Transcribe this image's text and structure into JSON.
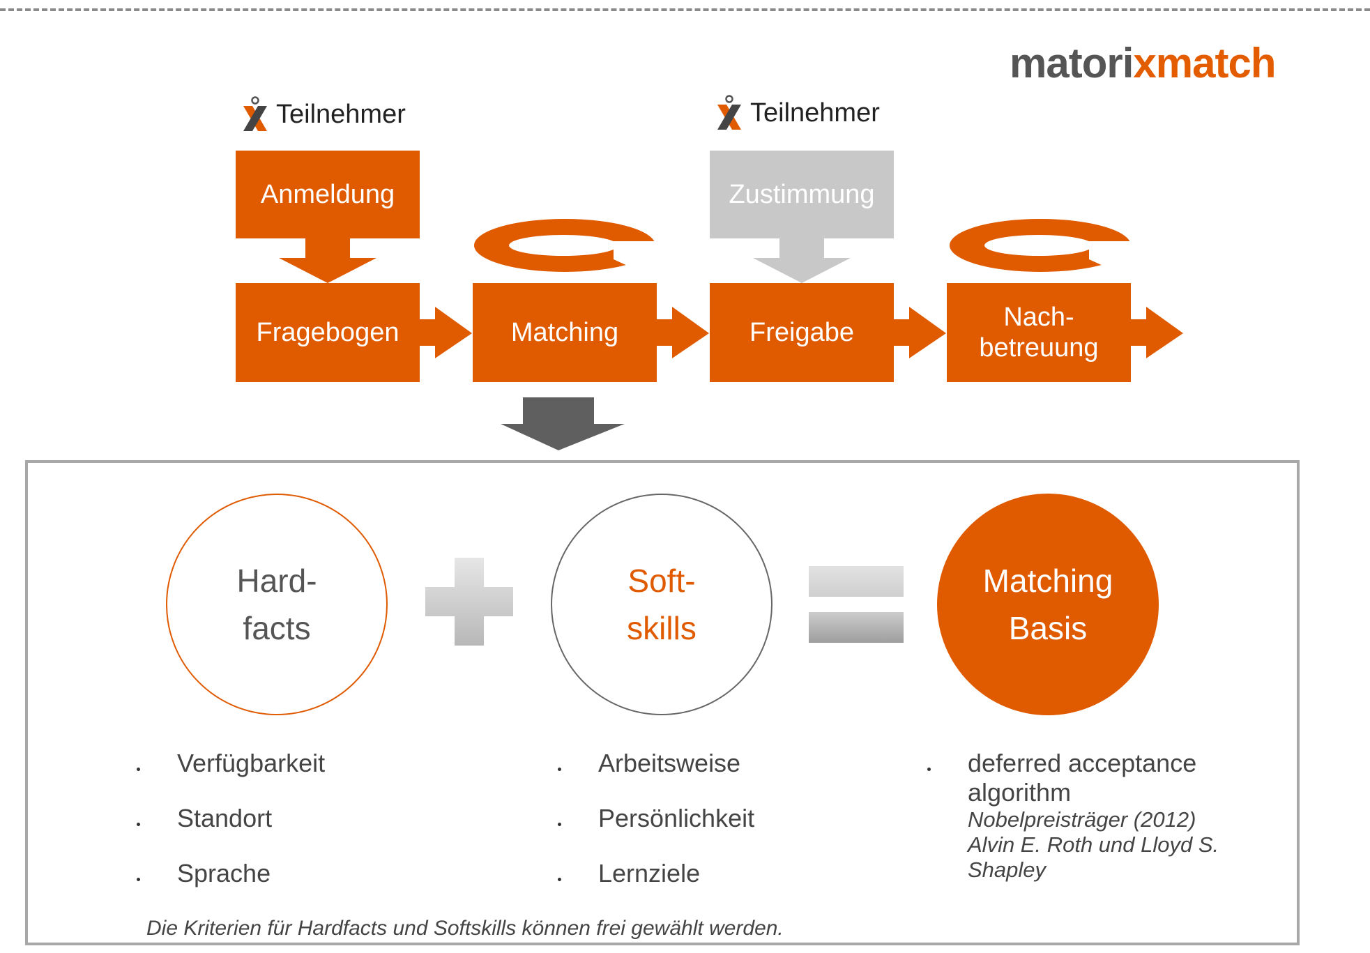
{
  "brand": {
    "part1": "matori",
    "part2": "x",
    "part3": "match"
  },
  "participants": {
    "left": "Teilnehmer",
    "right": "Teilnehmer"
  },
  "steps": {
    "anmeldung": "Anmeldung",
    "zustimmung": "Zustimmung",
    "fragebogen": "Fragebogen",
    "matching": "Matching",
    "freigabe": "Freigabe",
    "nach_line1": "Nach-",
    "nach_line2": "betreuung"
  },
  "circles": {
    "hardfacts_line1": "Hard-",
    "hardfacts_line2": "facts",
    "softskills_line1": "Soft-",
    "softskills_line2": "skills",
    "basis_line1": "Matching",
    "basis_line2": "Basis"
  },
  "lists": {
    "hardfacts": [
      "Verfügbarkeit",
      "Standort",
      "Sprache"
    ],
    "softskills": [
      "Arbeitsweise",
      "Persönlichkeit",
      "Lernziele"
    ],
    "basis": {
      "line1": "deferred acceptance",
      "line2": "algorithm",
      "note1": "Nobelpreisträger (2012)",
      "note2": "Alvin E. Roth und Lloyd S.",
      "note3": "Shapley"
    }
  },
  "footnote": "Die Kriterien für Hardfacts und Softskills können frei gewählt werden.",
  "colors": {
    "accent": "#e05a00",
    "grey_box": "#c8c8c8",
    "dark_arrow": "#5f5f5f"
  }
}
